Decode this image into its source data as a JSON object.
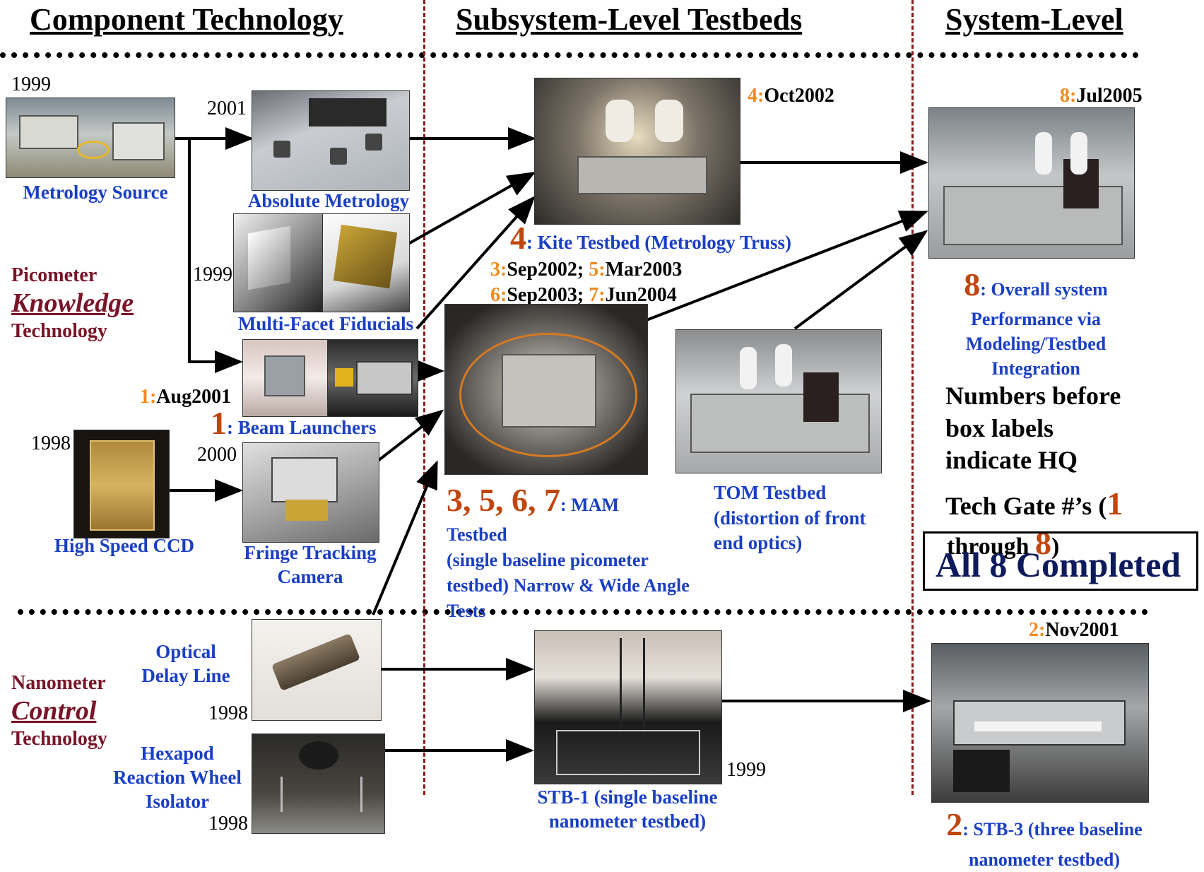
{
  "headers": {
    "component": "Component Technology",
    "subsystem": "Subsystem-Level Testbeds",
    "system": "System-Level"
  },
  "rows": {
    "picometer": {
      "line1": "Picometer",
      "line2": "Knowledge",
      "line3": "Technology"
    },
    "nanometer": {
      "line1": "Nanometer",
      "line2": "Control",
      "line3": "Technology"
    }
  },
  "years": {
    "metrology_source": "1999",
    "absolute_metrology": "2001",
    "multi_facet": "1999",
    "ccd": "1998",
    "fringe": "2000",
    "odl": "1998",
    "hexapod": "1998",
    "stb1": "1999"
  },
  "components": {
    "metrology_source": "Metrology Source",
    "absolute_metrology": "Absolute Metrology",
    "multi_facet": "Multi-Facet Fiducials",
    "beam_launchers_no": "1",
    "beam_launchers": ": Beam Launchers",
    "ccd": "High Speed CCD",
    "fringe": "Fringe Tracking Camera",
    "odl": "Optical Delay Line",
    "hexapod": "Hexapod Reaction Wheel Isolator"
  },
  "gates": {
    "g1_no": "1:",
    "g1_date": "Aug2001",
    "g4_no": "4:",
    "g4_date": "Oct2002",
    "g3_no": "3:",
    "g3_date": "Sep2002; ",
    "g5_no": "5:",
    "g5_date": "Mar2003",
    "g6_no": "6:",
    "g6_date": "Sep2003; ",
    "g7_no": "7:",
    "g7_date": "Jun2004",
    "g8_no": "8:",
    "g8_date": "Jul2005",
    "g2_no": "2:",
    "g2_date": "Nov2001"
  },
  "testbeds": {
    "kite_no": "4",
    "kite": ": Kite Testbed (Metrology Truss)",
    "mam_no": "3, 5, 6, 7",
    "mam_a": ": MAM",
    "mam_b": "Testbed",
    "mam_c": " (single baseline picometer testbed) Narrow & Wide Angle Tests",
    "tom": "TOM Testbed (distortion of front end optics)",
    "stb1": "STB-1 (single baseline nanometer testbed)",
    "overall_no": "8",
    "overall_a": ": Overall system",
    "overall_b": "Performance via Modeling/Testbed Integration",
    "stb3_no": "2",
    "stb3_a": ": STB-3 (three baseline",
    "stb3_b": "nanometer testbed)"
  },
  "note": {
    "text": "Numbers before box labels indicate HQ",
    "text2": "Tech Gate #’s (",
    "n1": "1",
    "through": "through ",
    "n8": "8",
    "close": ")",
    "completed": "All 8 Completed"
  },
  "colors": {
    "label_blue": "#1a3fc4",
    "maroon": "#7a1428",
    "orange": "#f08a1c",
    "rust": "#c0460f",
    "navy": "#0d1a5c"
  }
}
